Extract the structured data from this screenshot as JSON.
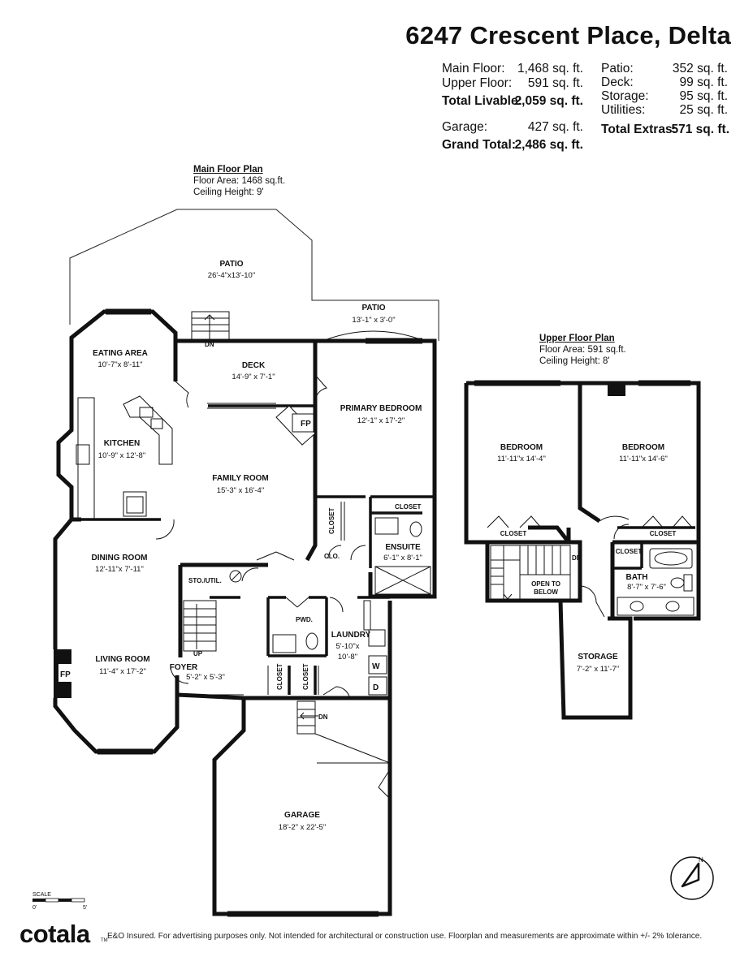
{
  "title": "6247 Crescent Place, Delta",
  "summary": {
    "left": [
      {
        "label": "Main Floor:",
        "value": "1,468 sq. ft.",
        "bold": false
      },
      {
        "label": "Upper Floor:",
        "value": "591 sq. ft.",
        "bold": false
      },
      {
        "label": "Total Livable:",
        "value": "2,059 sq. ft.",
        "bold": true
      },
      {
        "label": "Garage:",
        "value": "427 sq. ft.",
        "bold": false
      },
      {
        "label": "Grand Total:",
        "value": "2,486 sq. ft.",
        "bold": true
      }
    ],
    "right": [
      {
        "label": "Patio:",
        "value": "352 sq. ft.",
        "bold": false
      },
      {
        "label": "Deck:",
        "value": "99 sq. ft.",
        "bold": false
      },
      {
        "label": "Storage:",
        "value": "95 sq. ft.",
        "bold": false
      },
      {
        "label": "Utilities:",
        "value": "25 sq. ft.",
        "bold": false
      },
      {
        "label": "Total Extras:",
        "value": "571 sq. ft.",
        "bold": true
      }
    ]
  },
  "main_plan": {
    "heading": "Main Floor Plan",
    "area": "Floor Area: 1468 sq.ft.",
    "ceiling": "Ceiling Height: 9'",
    "rooms": {
      "patio_big": {
        "name": "PATIO",
        "dim": "26'-4\"x13'-10\""
      },
      "patio_small": {
        "name": "PATIO",
        "dim": "13'-1\" x 3'-0\""
      },
      "eating": {
        "name": "EATING AREA",
        "dim": "10'-7\"x 8'-11\""
      },
      "deck": {
        "name": "DECK",
        "dim": "14'-9\" x 7'-1\""
      },
      "primary": {
        "name": "PRIMARY BEDROOM",
        "dim": "12'-1\" x 17'-2\""
      },
      "kitchen": {
        "name": "KITCHEN",
        "dim": "10'-9\" x 12'-8\""
      },
      "family": {
        "name": "FAMILY ROOM",
        "dim": "15'-3\" x 16'-4\""
      },
      "dining": {
        "name": "DINING ROOM",
        "dim": "12'-11\"x 7'-11\""
      },
      "ensuite": {
        "name": "ENSUITE",
        "dim": "6'-1\" x 8'-1\""
      },
      "living": {
        "name": "LIVING ROOM",
        "dim": "11'-4\" x 17'-2\""
      },
      "foyer": {
        "name": "FOYER",
        "dim": "5'-2\" x 5'-3\""
      },
      "laundry": {
        "name": "LAUNDRY",
        "dim1": "5'-10\"x",
        "dim2": "10'-8\""
      },
      "garage": {
        "name": "GARAGE",
        "dim": "18'-2\" x 22'-5\""
      }
    },
    "labels": {
      "sto_util": "STO./UTIL.",
      "pwd": "PWD.",
      "closet": "CLOSET",
      "clo": "CLO.",
      "fp": "FP",
      "dn": "DN",
      "up": "UP",
      "washer": "W",
      "dryer": "D"
    }
  },
  "upper_plan": {
    "heading": "Upper Floor Plan",
    "area": "Floor Area: 591 sq.ft.",
    "ceiling": "Ceiling Height: 8'",
    "rooms": {
      "bedroom1": {
        "name": "BEDROOM",
        "dim": "11'-11\"x 14'-4\""
      },
      "bedroom2": {
        "name": "BEDROOM",
        "dim": "11'-11\"x 14'-6\""
      },
      "bath": {
        "name": "BATH",
        "dim": "8'-7\" x 7'-6\""
      },
      "storage": {
        "name": "STORAGE",
        "dim": "7'-2\" x 11'-7\""
      }
    },
    "labels": {
      "closet": "CLOSET",
      "open1": "OPEN TO",
      "open2": "BELOW",
      "dn": "DN"
    }
  },
  "scale": {
    "label": "SCALE",
    "min": "0'",
    "max": "5'"
  },
  "north": "N",
  "brand": "cotala",
  "brand_tm": "TM",
  "disclaimer": "E&O Insured. For advertising purposes only. Not intended for architectural or construction use. Floorplan and measurements are approximate within +/- 2% tolerance."
}
